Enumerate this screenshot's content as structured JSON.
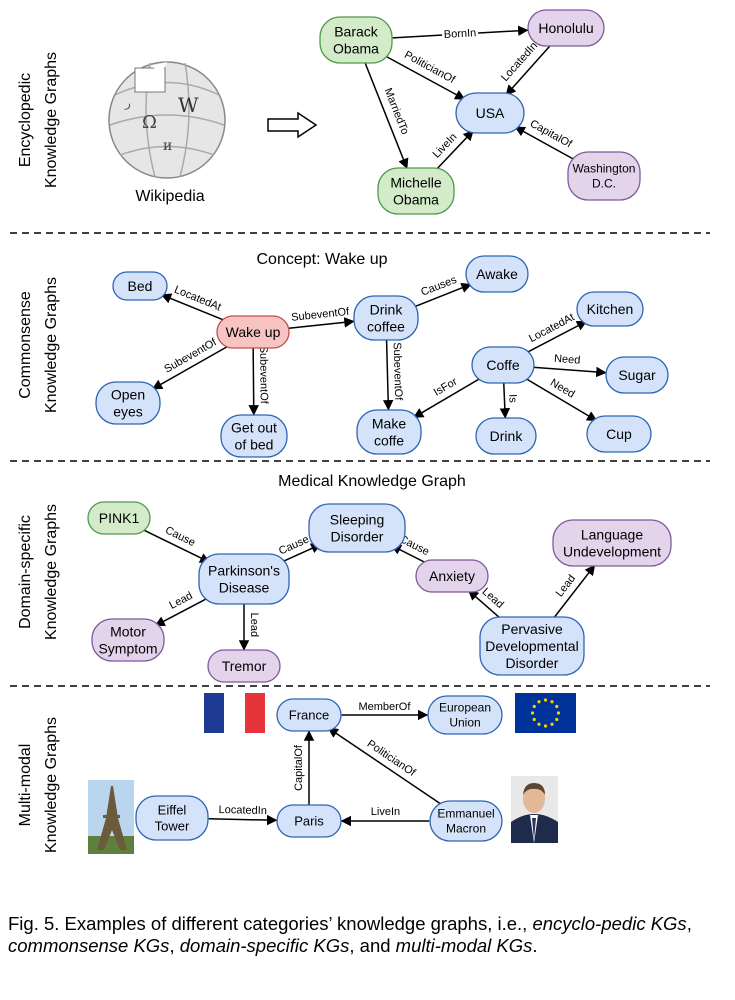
{
  "colors": {
    "blue_fill": "#d4e3f9",
    "blue_stroke": "#2f64b3",
    "green_fill": "#d3ebc9",
    "green_stroke": "#4f9a4a",
    "purple_fill": "#e3d4ec",
    "purple_stroke": "#7d5a9a",
    "red_fill": "#f7c4c2",
    "red_stroke": "#c0504d"
  },
  "sections": [
    {
      "label_line1": "Encyclopedic",
      "label_line2": "Knowledge Graphs"
    },
    {
      "label_line1": "Commonsense",
      "label_line2": "Knowledge Graphs"
    },
    {
      "label_line1": "Domain-specific",
      "label_line2": "Knowledge Graphs"
    },
    {
      "label_line1": "Multi-modal",
      "label_line2": "Knowledge Graphs"
    }
  ],
  "wikipedia": {
    "label": "Wikipedia",
    "icon": "wikipedia-globe-icon"
  },
  "commonsense_title": "Concept: Wake up",
  "medical_title": "Medical Knowledge Graph",
  "nodes": {
    "barack": {
      "lines": [
        "Barack",
        "Obama"
      ],
      "color": "green"
    },
    "honolulu": {
      "lines": [
        "Honolulu"
      ],
      "color": "purple"
    },
    "usa": {
      "lines": [
        "USA"
      ],
      "color": "blue"
    },
    "michelle": {
      "lines": [
        "Michelle",
        "Obama"
      ],
      "color": "green"
    },
    "washington": {
      "lines": [
        "Washington",
        "D.C."
      ],
      "color": "purple"
    },
    "bed": {
      "lines": [
        "Bed"
      ],
      "color": "blue"
    },
    "wakeup": {
      "lines": [
        "Wake up"
      ],
      "color": "red"
    },
    "drinkcoffee": {
      "lines": [
        "Drink",
        "coffee"
      ],
      "color": "blue"
    },
    "awake": {
      "lines": [
        "Awake"
      ],
      "color": "blue"
    },
    "kitchen": {
      "lines": [
        "Kitchen"
      ],
      "color": "blue"
    },
    "openeyes": {
      "lines": [
        "Open",
        "eyes"
      ],
      "color": "blue"
    },
    "getout": {
      "lines": [
        "Get out",
        "of bed"
      ],
      "color": "blue"
    },
    "makecoffe": {
      "lines": [
        "Make",
        "coffe"
      ],
      "color": "blue"
    },
    "coffe": {
      "lines": [
        "Coffe"
      ],
      "color": "blue"
    },
    "sugar": {
      "lines": [
        "Sugar"
      ],
      "color": "blue"
    },
    "drink": {
      "lines": [
        "Drink"
      ],
      "color": "blue"
    },
    "cup": {
      "lines": [
        "Cup"
      ],
      "color": "blue"
    },
    "pink1": {
      "lines": [
        "PINK1"
      ],
      "color": "green"
    },
    "sleeping": {
      "lines": [
        "Sleeping",
        "Disorder"
      ],
      "color": "blue"
    },
    "parkinson": {
      "lines": [
        "Parkinson's",
        "Disease"
      ],
      "color": "blue"
    },
    "anxiety": {
      "lines": [
        "Anxiety"
      ],
      "color": "purple"
    },
    "language": {
      "lines": [
        "Language",
        "Undevelopment"
      ],
      "color": "purple"
    },
    "motor": {
      "lines": [
        "Motor",
        "Symptom"
      ],
      "color": "purple"
    },
    "tremor": {
      "lines": [
        "Tremor"
      ],
      "color": "purple"
    },
    "pervasive": {
      "lines": [
        "Pervasive",
        "Developmental",
        "Disorder"
      ],
      "color": "blue"
    },
    "france": {
      "lines": [
        "France"
      ],
      "color": "blue"
    },
    "eu": {
      "lines": [
        "European",
        "Union"
      ],
      "color": "blue"
    },
    "eiffel": {
      "lines": [
        "Eiffel",
        "Tower"
      ],
      "color": "blue"
    },
    "paris": {
      "lines": [
        "Paris"
      ],
      "color": "blue"
    },
    "macron": {
      "lines": [
        "Emmanuel",
        "Macron"
      ],
      "color": "blue"
    }
  },
  "edges": [
    {
      "from": "barack",
      "to": "honolulu",
      "label": "BornIn"
    },
    {
      "from": "honolulu",
      "to": "usa",
      "label": "LocatedIn"
    },
    {
      "from": "barack",
      "to": "usa",
      "label": "PoliticianOf"
    },
    {
      "from": "barack",
      "to": "michelle",
      "label": "MarriedTo"
    },
    {
      "from": "michelle",
      "to": "usa",
      "label": "LiveIn"
    },
    {
      "from": "washington",
      "to": "usa",
      "label": "CapitalOf"
    },
    {
      "from": "wakeup",
      "to": "bed",
      "label": "LocatedAt"
    },
    {
      "from": "wakeup",
      "to": "drinkcoffee",
      "label": "SubeventOf"
    },
    {
      "from": "drinkcoffee",
      "to": "awake",
      "label": "Causes"
    },
    {
      "from": "wakeup",
      "to": "openeyes",
      "label": "SubeventOf"
    },
    {
      "from": "wakeup",
      "to": "getout",
      "label": "SubeventOf"
    },
    {
      "from": "drinkcoffee",
      "to": "makecoffe",
      "label": "SubeventOf"
    },
    {
      "from": "coffe",
      "to": "kitchen",
      "label": "LocatedAt"
    },
    {
      "from": "coffe",
      "to": "sugar",
      "label": "Need"
    },
    {
      "from": "coffe",
      "to": "cup",
      "label": "Need"
    },
    {
      "from": "coffe",
      "to": "makecoffe",
      "label": "IsFor"
    },
    {
      "from": "coffe",
      "to": "drink",
      "label": "Is"
    },
    {
      "from": "pink1",
      "to": "parkinson",
      "label": "Cause"
    },
    {
      "from": "parkinson",
      "to": "sleeping",
      "label": "Cause"
    },
    {
      "from": "anxiety",
      "to": "sleeping",
      "label": "Cause"
    },
    {
      "from": "parkinson",
      "to": "motor",
      "label": "Lead"
    },
    {
      "from": "parkinson",
      "to": "tremor",
      "label": "Lead"
    },
    {
      "from": "pervasive",
      "to": "anxiety",
      "label": "Lead"
    },
    {
      "from": "pervasive",
      "to": "language",
      "label": "Lead"
    },
    {
      "from": "france",
      "to": "eu",
      "label": "MemberOf"
    },
    {
      "from": "eiffel",
      "to": "paris",
      "label": "LocatedIn"
    },
    {
      "from": "paris",
      "to": "france",
      "label": "CapitalOf"
    },
    {
      "from": "macron",
      "to": "paris",
      "label": "LiveIn"
    },
    {
      "from": "macron",
      "to": "france",
      "label": "PoliticianOf"
    }
  ],
  "images": [
    {
      "name": "france-flag-image"
    },
    {
      "name": "eu-flag-image"
    },
    {
      "name": "eiffel-tower-image"
    },
    {
      "name": "macron-portrait-image"
    }
  ],
  "caption": {
    "p1": "Fig. 5. Examples of different categories’ knowledge graphs, i.e., ",
    "i1": "encyclo-pedic KGs",
    "p2": ", ",
    "i2": "commonsense KGs",
    "p3": ", ",
    "i3": "domain-specific KGs",
    "p4": ", and ",
    "i4": "multi-modal KGs",
    "p5": "."
  }
}
